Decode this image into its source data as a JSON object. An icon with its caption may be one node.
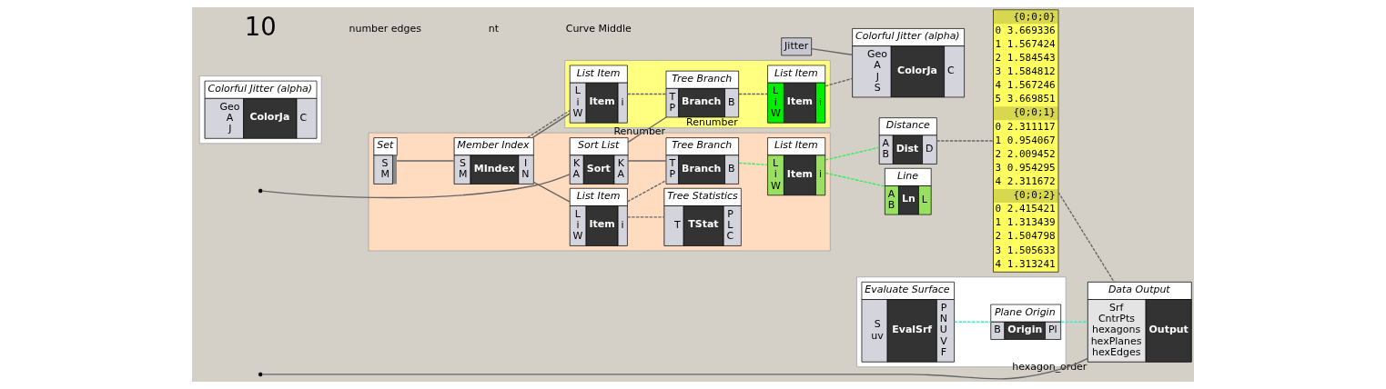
{
  "diagram": {
    "nodes": [
      {
        "text": [],
        "shape": "box"
      },
      {
        "text": [],
        "shape": "box"
      },
      {
        "text": [],
        "shape": "box"
      },
      {
        "text": [],
        "shape": "box"
      },
      {
        "text": [
          "Set",
          "S M"
        ],
        "in": 0
      },
      {
        "text": [
          "Member Index",
          "S M",
          "MIndex",
          "I N"
        ],
        "in": 0
      },
      {
        "text": [
          "List Item",
          "L i W",
          "Item",
          "i"
        ],
        "in": 0
      },
      {
        "text": [
          "Tree Statistics",
          "T",
          "TStat",
          "P L C"
        ],
        "in": 0
      },
      {
        "text": [
          "Sort List",
          "K A",
          "Sort",
          "K A"
        ],
        "in": 0
      },
      {
        "text": [
          "Tree Branch",
          "T P",
          "Branch",
          "B"
        ],
        "beside": [
          "Renumber"
        ],
        "in": 0
      },
      {
        "text": [
          "List Item",
          "L i W",
          "Item",
          "i"
        ],
        "in": 0
      },
      {
        "text": [
          "Line",
          "A B",
          "Ln",
          "L"
        ]
      },
      {
        "text": [
          "Distance",
          "A B",
          "Dist",
          "D"
        ]
      },
      {
        "text": [
          "List Item",
          "L i W",
          "Item",
          "i"
        ],
        "in": 1
      },
      {
        "text": [
          "Tree Branch",
          "T P",
          "Branch",
          "B"
        ],
        "beside": [
          "Renumber"
        ],
        "in": 1
      },
      {
        "text": [
          "List Item",
          "L i W",
          "Item",
          "i"
        ],
        "in": 1
      },
      {
        "text": [
          "Evaluate Surface",
          "S uv",
          "EvalSrf",
          "P N U V F"
        ],
        "in": 2
      },
      {
        "text": [
          "Plane Origin",
          "B",
          "Origin",
          "Pl"
        ],
        "in": 2
      },
      {
        "text": [
          "{0;0;0}",
          "0 3.669336",
          "1 1.567424",
          "2 1.584543",
          "3 1.584812",
          "4 1.567246",
          "5 3.669851",
          "{0;0;1}",
          "0 2.311117",
          "1 0.954067",
          "2 2.009452",
          "3 0.954295",
          "4 2.311672",
          "{0;0;2}",
          "0 2.415421",
          "1 1.313439",
          "2 1.504798",
          "3 1.505633",
          "4 1.313241"
        ]
      },
      {
        "text": [
          "Data Output",
          "Srf CntrPts hexagons hexPlanes hexEdges",
          "Output"
        ],
        "beside": [
          "hexagon_order"
        ]
      },
      {
        "text": [
          "Jitter"
        ]
      },
      {
        "text": [
          "Colorful Jitter (alpha)",
          "Geo A J S",
          "ColorJa",
          "C"
        ]
      },
      {
        "text": [
          "Colorful Jitter (alpha)",
          "Geo A J",
          "ColorJa",
          "C"
        ],
        "in": 3
      }
    ],
    "edges": [
      {
        "from": 4,
        "to": 5,
        "arrow": "none"
      },
      {
        "from": 5,
        "to": 6,
        "arrow": "none"
      },
      {
        "from": 5,
        "to": 13,
        "arrow": "none"
      },
      {
        "from": 5,
        "to": 13,
        "arrow": "none",
        "style": "dashed"
      },
      {
        "from": 6,
        "to": 7,
        "arrow": "none",
        "style": "dashed"
      },
      {
        "from": 6,
        "to": 9,
        "arrow": "none",
        "style": "dashed"
      },
      {
        "from": null,
        "to": 8,
        "arrow": "none"
      },
      {
        "from": 8,
        "to": 9,
        "arrow": "none"
      },
      {
        "from": 8,
        "to": 14,
        "arrow": "none"
      },
      {
        "from": 13,
        "to": 14,
        "arrow": "none",
        "style": "dashed"
      },
      {
        "from": 9,
        "to": 10,
        "arrow": "none",
        "style": "dashed",
        "color": "#33ee55"
      },
      {
        "from": 14,
        "to": 15,
        "arrow": "none",
        "style": "dashed"
      },
      {
        "from": 10,
        "to": 11,
        "arrow": "none",
        "style": "dashed",
        "color": "#33ee55"
      },
      {
        "from": 10,
        "to": 12,
        "arrow": "none",
        "style": "dashed",
        "color": "#33ee55"
      },
      {
        "from": 12,
        "to": 18,
        "arrow": "none",
        "style": "dashed"
      },
      {
        "from": null,
        "to": 19,
        "arrow": "none"
      },
      {
        "from": 18,
        "to": 19,
        "arrow": "none",
        "style": "dashed"
      },
      {
        "from": 15,
        "to": 21,
        "arrow": "none",
        "style": "dashed"
      },
      {
        "from": 20,
        "to": 21,
        "arrow": "none"
      },
      {
        "from": 16,
        "to": 17,
        "arrow": "none",
        "style": "dashed",
        "color": "#33eecc"
      },
      {
        "from": 17,
        "to": 19,
        "arrow": "none",
        "style": "dashed",
        "color": "#33eecc"
      }
    ],
    "labels": [
      "10",
      "number edges",
      "nt",
      "Curve Middle"
    ]
  }
}
